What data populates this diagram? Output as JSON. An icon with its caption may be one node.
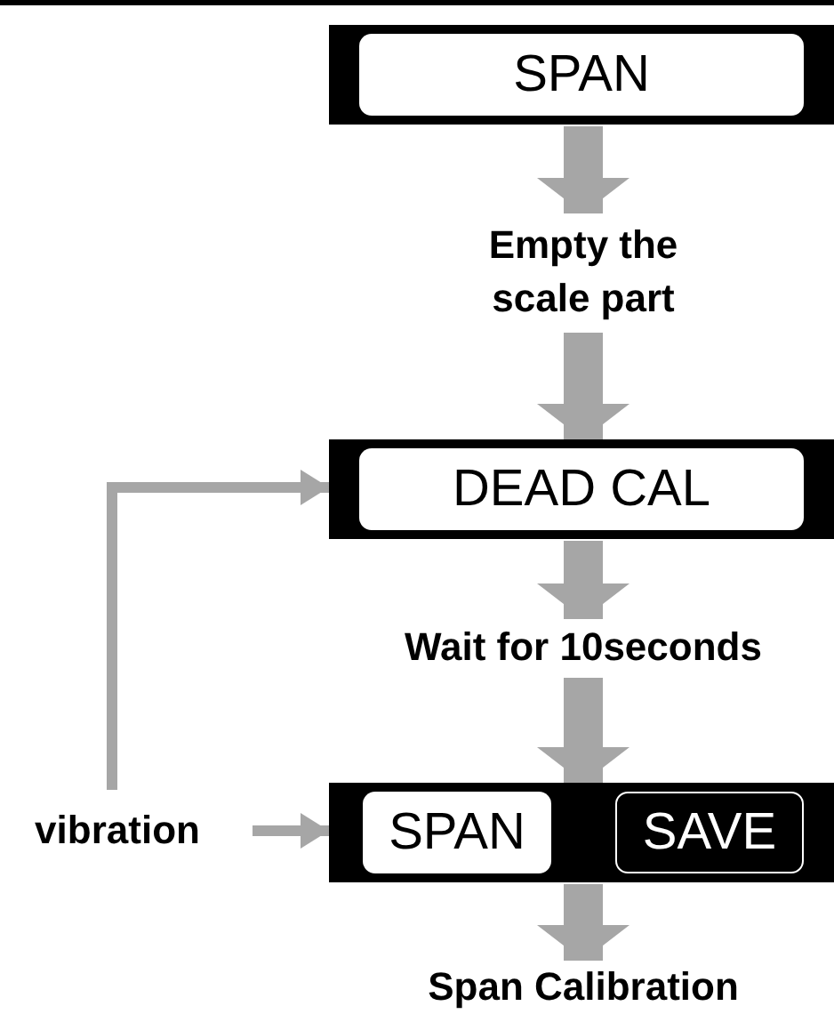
{
  "diagram": {
    "nodes": [
      {
        "text": [
          "SPAN"
        ]
      },
      {
        "text": [
          "Empty the scale part"
        ]
      },
      {
        "text": [
          "DEAD CAL"
        ]
      },
      {
        "text": [
          "Wait for 10seconds"
        ]
      },
      {
        "text": [],
        "shape": "box"
      },
      {
        "text": [
          "SPAN"
        ],
        "in": 4
      },
      {
        "text": [
          "SAVE"
        ],
        "in": 4
      },
      {
        "text": [
          "Span Calibration"
        ]
      },
      {
        "text": [
          "vibration"
        ]
      }
    ],
    "edges": [
      {
        "from": 0,
        "to": 1,
        "arrow": "to"
      },
      {
        "from": 1,
        "to": 2,
        "arrow": "to"
      },
      {
        "from": 2,
        "to": 3,
        "arrow": "to"
      },
      {
        "from": 3,
        "to": 4,
        "arrow": "to"
      },
      {
        "from": 4,
        "to": 7,
        "arrow": "to"
      },
      {
        "from": 8,
        "to": 4,
        "arrow": "to"
      },
      {
        "from": 8,
        "to": 2,
        "arrow": "to"
      }
    ]
  }
}
